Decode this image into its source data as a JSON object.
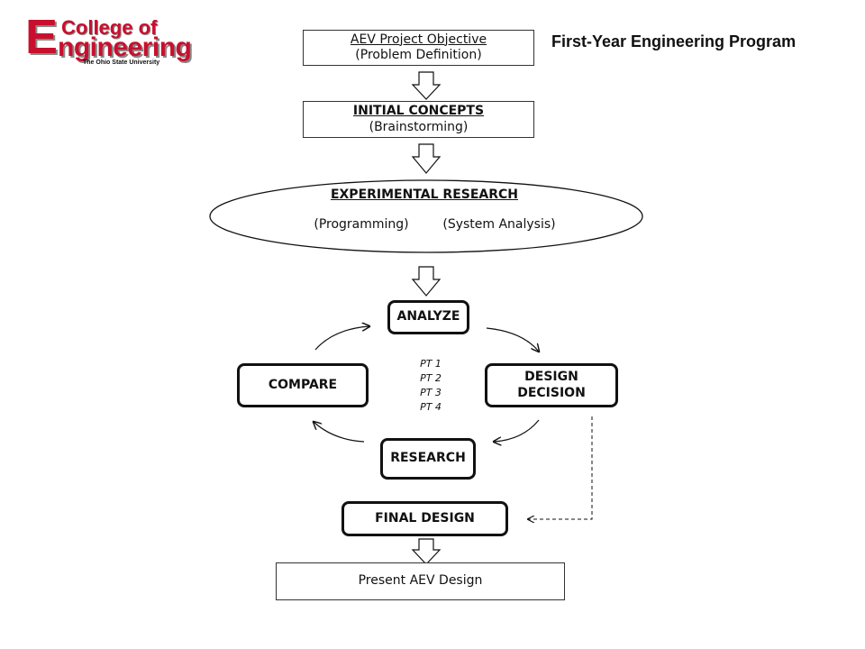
{
  "logo": {
    "letter": "E",
    "line1": "College of",
    "line2": "ngineering",
    "line3": "The Ohio State University"
  },
  "program_title": "First-Year Engineering Program",
  "objective": {
    "title": "AEV Project Objective",
    "subtitle": "(Problem Definition)"
  },
  "concepts": {
    "title": "INITIAL CONCEPTS",
    "subtitle": "(Brainstorming)"
  },
  "research_ellipse": {
    "title": "EXPERIMENTAL RESEARCH",
    "left_label": "(Programming)",
    "right_label": "(System Analysis)"
  },
  "cycle": {
    "analyze": "ANALYZE",
    "design_decision_line1": "DESIGN",
    "design_decision_line2": "DECISION",
    "research": "RESEARCH",
    "compare": "COMPARE",
    "pts": [
      "PT 1",
      "PT 2",
      "PT 3",
      "PT 4"
    ]
  },
  "final_design": "FINAL DESIGN",
  "present": "Present AEV Design",
  "colors": {
    "logo_red": "#c8102e",
    "line": "#111111"
  }
}
